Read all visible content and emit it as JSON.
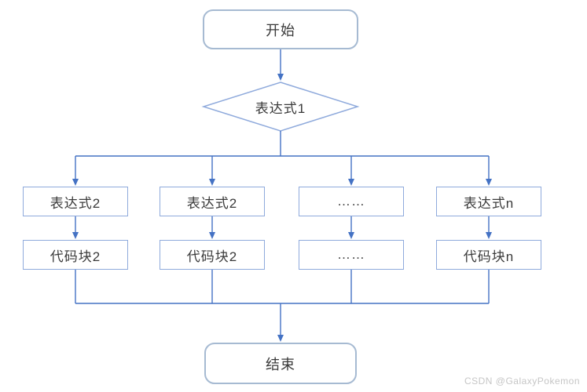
{
  "colors": {
    "line": "#4472c4",
    "rect_border": "#8faadc",
    "terminal_border": "#a6bad2",
    "text": "#3a3a3a",
    "watermark": "#c6c6c6",
    "background": "#ffffff"
  },
  "flowchart": {
    "start": "开始",
    "decision": "表达式1",
    "branches": [
      {
        "condition": "表达式2",
        "block": "代码块2"
      },
      {
        "condition": "表达式2",
        "block": "代码块2"
      },
      {
        "condition": "……",
        "block": "……"
      },
      {
        "condition": "表达式n",
        "block": "代码块n"
      }
    ],
    "end": "结束"
  },
  "watermark": "CSDN @GalaxyPokemon"
}
